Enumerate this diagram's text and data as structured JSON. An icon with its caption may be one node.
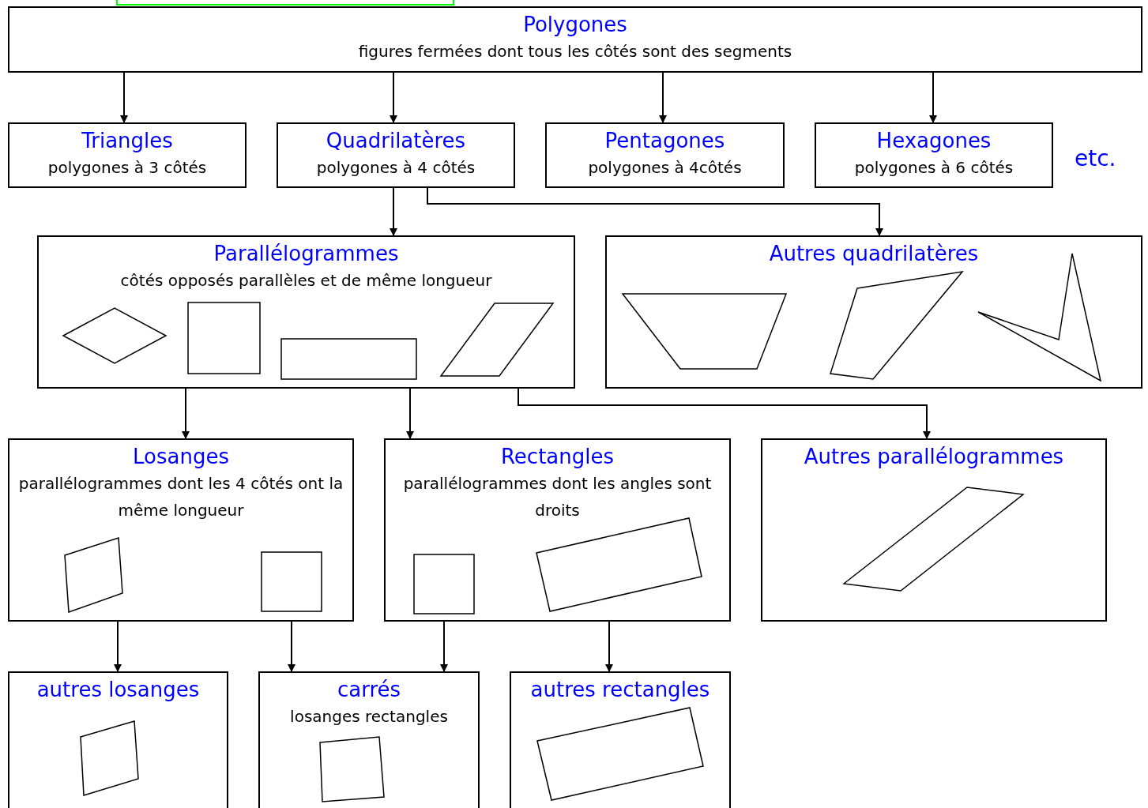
{
  "diagram": {
    "nodes": [
      {
        "text": [
          "Polygones",
          "figures fermées dont tous les côtés sont des segments"
        ]
      },
      {
        "text": [
          "Triangles",
          "polygones à 3 côtés"
        ]
      },
      {
        "text": [
          "Quadrilatères",
          "polygones à 4 côtés"
        ]
      },
      {
        "text": [
          "Pentagones",
          "polygones à 4côtés"
        ]
      },
      {
        "text": [
          "Hexagones",
          "polygones à 6 côtés"
        ]
      },
      {
        "text": [
          "Parallélogrammes",
          "côtés opposés parallèles et de même longueur"
        ]
      },
      {
        "text": [
          "Autres quadrilatères"
        ]
      },
      {
        "text": [
          "Losanges",
          "parallélogrammes dont les 4 côtés ont la même longueur"
        ]
      },
      {
        "text": [
          "Rectangles",
          "parallélogrammes dont les angles sont droits"
        ]
      },
      {
        "text": [
          "Autres parallélogrammes"
        ]
      },
      {
        "text": [
          "autres losanges"
        ]
      },
      {
        "text": [
          "carrés",
          "losanges rectangles"
        ]
      },
      {
        "text": [
          "autres rectangles"
        ]
      }
    ],
    "edges": [
      {
        "from": 0,
        "to": 1,
        "arrow": "to"
      },
      {
        "from": 0,
        "to": 2,
        "arrow": "to"
      },
      {
        "from": 0,
        "to": 3,
        "arrow": "to"
      },
      {
        "from": 0,
        "to": 4,
        "arrow": "to"
      },
      {
        "from": 2,
        "to": 5,
        "arrow": "to"
      },
      {
        "from": 2,
        "to": 6,
        "arrow": "to"
      },
      {
        "from": 5,
        "to": 7,
        "arrow": "to"
      },
      {
        "from": 5,
        "to": 8,
        "arrow": "to"
      },
      {
        "from": 5,
        "to": 9,
        "arrow": "to"
      },
      {
        "from": 7,
        "to": 10,
        "arrow": "to"
      },
      {
        "from": 7,
        "to": 11,
        "arrow": "to"
      },
      {
        "from": 8,
        "to": 11,
        "arrow": "to"
      },
      {
        "from": 8,
        "to": 12,
        "arrow": "to"
      }
    ],
    "labels": [
      "etc."
    ]
  }
}
